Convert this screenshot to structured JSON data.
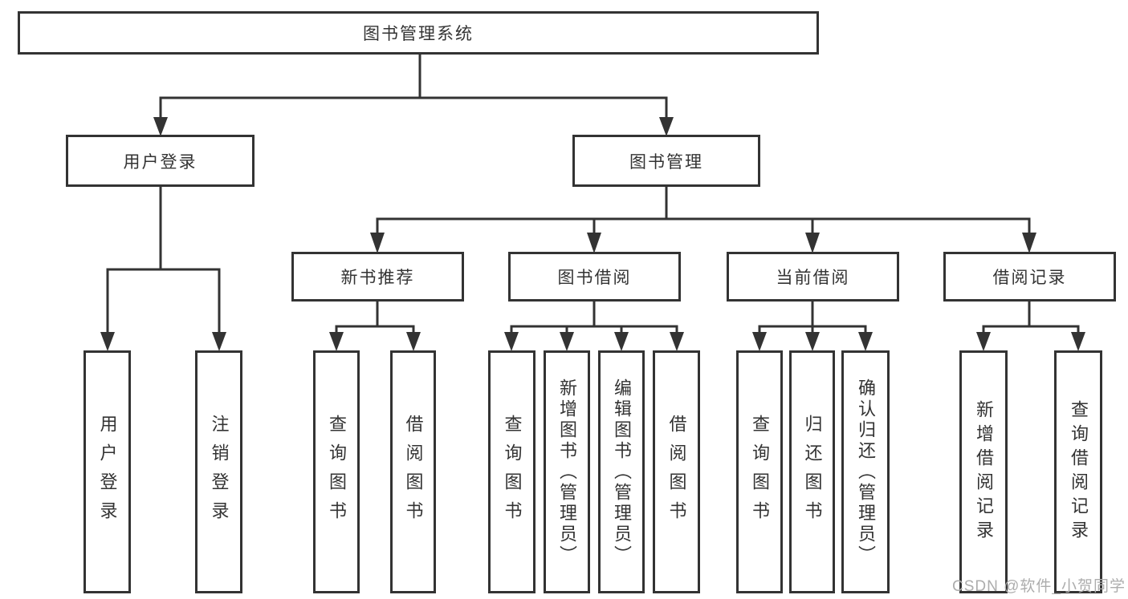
{
  "diagram": {
    "root": {
      "label": "图书管理系统"
    },
    "level2": [
      {
        "id": "user-login",
        "label": "用户登录"
      },
      {
        "id": "book-management",
        "label": "图书管理"
      }
    ],
    "level3": [
      {
        "id": "new-book-recommend",
        "label": "新书推荐",
        "parent": "book-management"
      },
      {
        "id": "book-borrowing",
        "label": "图书借阅",
        "parent": "book-management"
      },
      {
        "id": "current-borrowing",
        "label": "当前借阅",
        "parent": "book-management"
      },
      {
        "id": "borrowing-records",
        "label": "借阅记录",
        "parent": "book-management"
      }
    ],
    "level4": [
      {
        "id": "user-login-leaf",
        "label": "用户登录",
        "parent": "user-login"
      },
      {
        "id": "logout-leaf",
        "label": "注销登录",
        "parent": "user-login"
      },
      {
        "id": "nb-query-books",
        "label": "查询图书",
        "parent": "new-book-recommend"
      },
      {
        "id": "nb-borrow-books",
        "label": "借阅图书",
        "parent": "new-book-recommend"
      },
      {
        "id": "bb-query-books",
        "label": "查询图书",
        "parent": "book-borrowing"
      },
      {
        "id": "bb-add-books-admin",
        "label": "新增图书（管理员）",
        "parent": "book-borrowing"
      },
      {
        "id": "bb-edit-books-admin",
        "label": "编辑图书（管理员）",
        "parent": "book-borrowing"
      },
      {
        "id": "bb-borrow-books",
        "label": "借阅图书",
        "parent": "book-borrowing"
      },
      {
        "id": "cb-query-books",
        "label": "查询图书",
        "parent": "current-borrowing"
      },
      {
        "id": "cb-return-books",
        "label": "归还图书",
        "parent": "current-borrowing"
      },
      {
        "id": "cb-confirm-return-admin",
        "label": "确认归还（管理员）",
        "parent": "current-borrowing"
      },
      {
        "id": "br-add-record",
        "label": "新增借阅记录",
        "parent": "borrowing-records"
      },
      {
        "id": "br-query-record",
        "label": "查询借阅记录",
        "parent": "borrowing-records"
      }
    ],
    "watermark": "CSDN @软件_小贺同学",
    "colors": {
      "line": "#333333",
      "text": "#333333",
      "watermark": "#adadad",
      "background": "#ffffff"
    }
  }
}
